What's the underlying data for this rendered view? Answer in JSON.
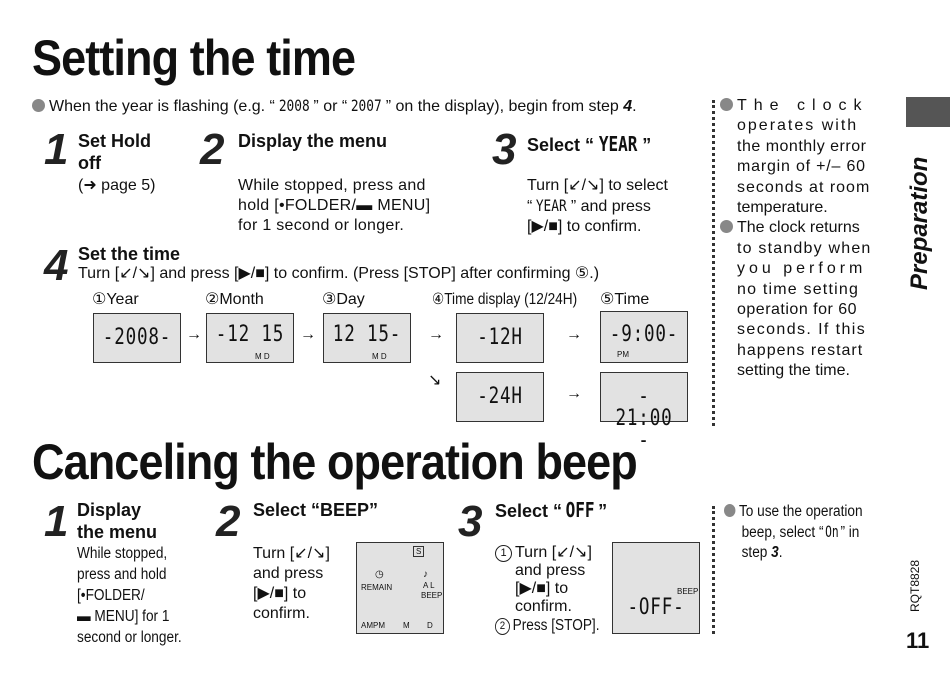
{
  "section1": {
    "title": "Setting the time",
    "intro_a": "When the year is flashing (e.g. “",
    "intro_lcd1": "2008",
    "intro_b": "” or “",
    "intro_lcd2": "2007",
    "intro_c": "” on the display), begin from step ",
    "intro_step": "4",
    "intro_d": ".",
    "steps": [
      {
        "num": "1",
        "title_l1": "Set Hold",
        "title_l2": "off",
        "body": "(➜ page 5)"
      },
      {
        "num": "2",
        "title": "Display the menu",
        "body_l1": "While stopped, press and",
        "body_l2": "hold [•FOLDER/▬ MENU]",
        "body_l3": "for 1 second or longer."
      },
      {
        "num": "3",
        "title_a": "Select “",
        "title_lcd": "YEAR",
        "title_b": "”",
        "body_l1": "Turn [↙/↘] to select",
        "body_l2a": "“",
        "body_l2_lcd": "YEAR",
        "body_l2b": "” and press",
        "body_l3": "[▶/■] to confirm."
      },
      {
        "num": "4",
        "title": "Set the time",
        "body": "Turn [↙/↘] and press [▶/■] to confirm. (Press [STOP] after confirming ⑤.)"
      }
    ],
    "labels": [
      "①Year",
      "②Month",
      "③Day",
      "④Time display (12/24H)",
      "⑤Time"
    ],
    "lcd": {
      "year": "-2008-",
      "month": "-12 15",
      "month_sub": "M  D",
      "day": "12 15-",
      "day_sub": "M  D",
      "h12": "-12H",
      "h24": "-24H",
      "time12": "-9:00-",
      "pm": "PM",
      "time24": "- 21:00 -"
    },
    "arrows": [
      "→",
      "→",
      "→",
      "↘",
      "→",
      "→"
    ]
  },
  "side_note": {
    "p1_l1": "The clock",
    "p1_l2": "operates with",
    "p1_l3": "the monthly error",
    "p1_l4": "margin of +/– 60",
    "p1_l5": "seconds at room",
    "p1_l6": "temperature.",
    "p2_l1": "The clock returns",
    "p2_l2": "to standby when",
    "p2_l3": "you perform",
    "p2_l4": "no time setting",
    "p2_l5": "operation for 60",
    "p2_l6": "seconds. If this",
    "p2_l7": "happens restart",
    "p2_l8": "setting the time."
  },
  "tab_label": "Preparation",
  "section2": {
    "title": "Canceling the operation beep",
    "step1": {
      "num": "1",
      "title_l1": "Display",
      "title_l2": "the menu",
      "body_l1": "While stopped,",
      "body_l2": "press and hold",
      "body_l3": "[•FOLDER/",
      "body_l4": "▬ MENU] for 1",
      "body_l5": "second or longer."
    },
    "step2": {
      "num": "2",
      "title": "Select “BEEP”",
      "body_l1": "Turn [↙/↘]",
      "body_l2": "and press",
      "body_l3": "[▶/■] to",
      "body_l4": "confirm."
    },
    "step2_lcd": {
      "s": "S",
      "remain": "REMAIN",
      "al": "A L",
      "beep": "BEEP",
      "ampm": "AMPM",
      "m": "M",
      "d": "D"
    },
    "step3": {
      "num": "3",
      "title_a": "Select “",
      "title_lcd": "OFF",
      "title_b": "”",
      "sub1_l1": "Turn [↙/↘]",
      "sub1_l2": "and press",
      "sub1_l3": "[▶/■] to",
      "sub1_l4": "confirm.",
      "sub2": "Press [STOP]."
    },
    "step3_lcd": {
      "text": "-OFF-",
      "beep": "BEEP"
    },
    "note_l1": "To use the operation",
    "note_l2a": "beep, select “",
    "note_l2_lcd": "On",
    "note_l2b": "” in",
    "note_l3a": "step ",
    "note_l3_step": "3",
    "note_l3b": "."
  },
  "model_code": "RQT8828",
  "page_number": "11"
}
